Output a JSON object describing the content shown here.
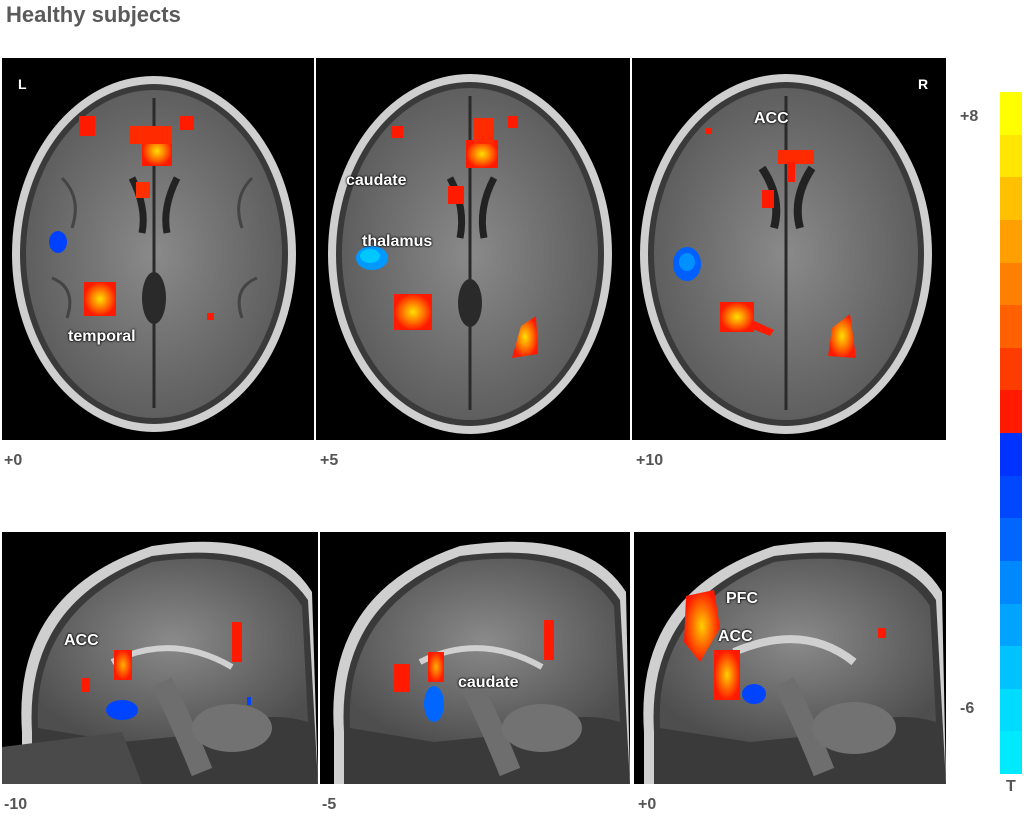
{
  "title": "Healthy subjects",
  "axial": {
    "orient_left": "L",
    "orient_right": "R",
    "coords": [
      "+0",
      "+5",
      "+10"
    ],
    "labels": {
      "p1": "temporal",
      "p2_a": "caudate",
      "p2_b": "thalamus",
      "p3": "ACC"
    }
  },
  "sagittal": {
    "coords": [
      "-10",
      "-5",
      "+0"
    ],
    "labels": {
      "p1": "ACC",
      "p2": "caudate",
      "p3_a": "PFC",
      "p3_b": "ACC"
    }
  },
  "colorbar": {
    "max_label": "+8",
    "min_label": "-6",
    "unit_label": "T",
    "positive_colors": [
      "#ffff00",
      "#ffe600",
      "#ffc000",
      "#ffa000",
      "#ff8000",
      "#ff6000",
      "#ff3c00",
      "#ff1a00"
    ],
    "negative_colors": [
      "#0033ff",
      "#0048ff",
      "#0066ff",
      "#0088ff",
      "#00a4ff",
      "#00c2ff",
      "#00dcff",
      "#00eaff"
    ]
  }
}
